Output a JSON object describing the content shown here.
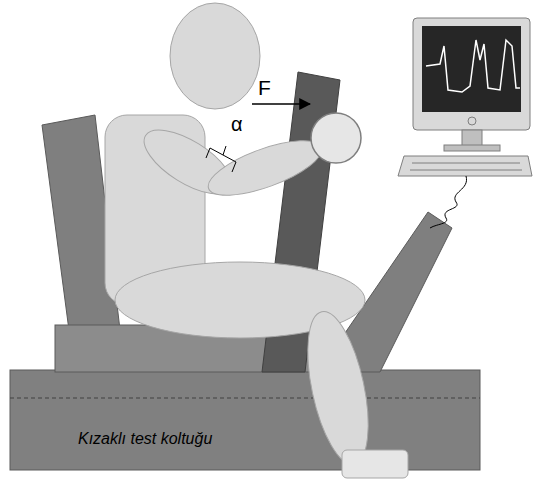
{
  "diagram": {
    "labels": [
      "F",
      "α",
      "Kızaklı test koltuğu"
    ]
  }
}
